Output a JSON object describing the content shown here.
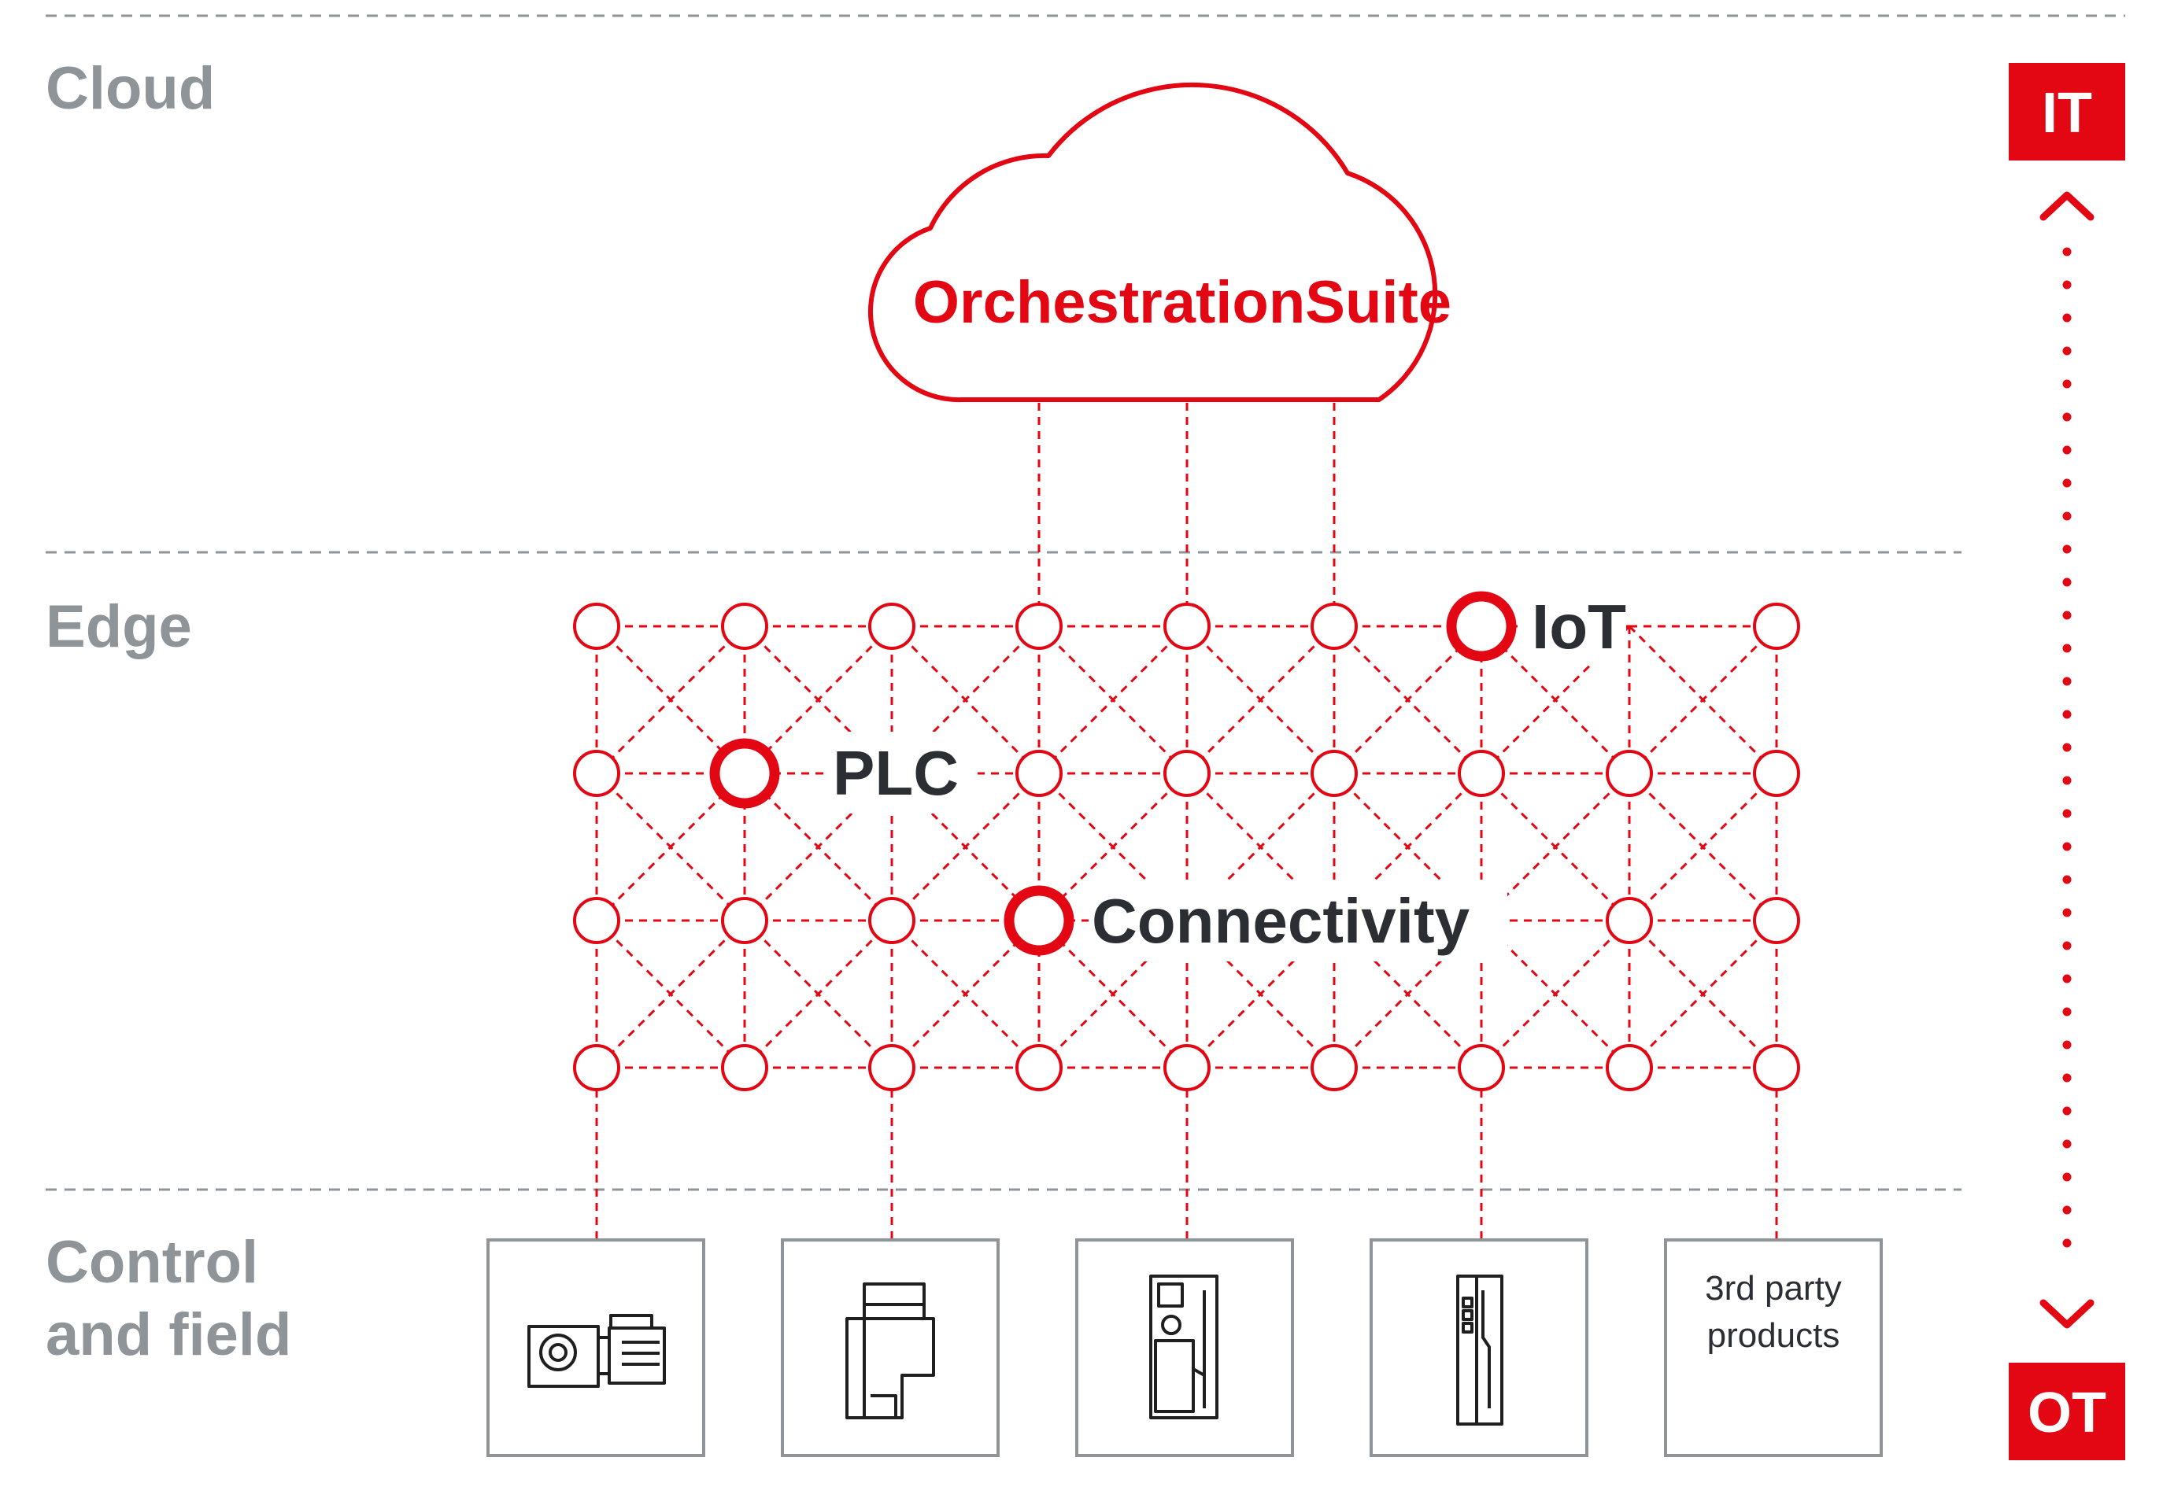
{
  "colors": {
    "accent": "#e30613",
    "layer_label": "#8f9498",
    "text_dark": "#2b2f33",
    "separator": "#8f9498",
    "box_border": "#8f9498"
  },
  "layers": {
    "cloud": "Cloud",
    "edge": "Edge",
    "control_line1": "Control",
    "control_line2": "and field"
  },
  "cloud": {
    "label": "OrchestrationSuite"
  },
  "edge_nodes": {
    "plc": "PLC",
    "connectivity": "Connectivity",
    "iot": "IoT"
  },
  "axis": {
    "top": "IT",
    "bottom": "OT"
  },
  "products": [
    {
      "icon": "gear-motor-icon"
    },
    {
      "icon": "servo-motor-icon"
    },
    {
      "icon": "inverter-drive-icon"
    },
    {
      "icon": "controller-module-icon"
    },
    {
      "icon": "",
      "line1": "3rd party",
      "line2": "products"
    }
  ]
}
